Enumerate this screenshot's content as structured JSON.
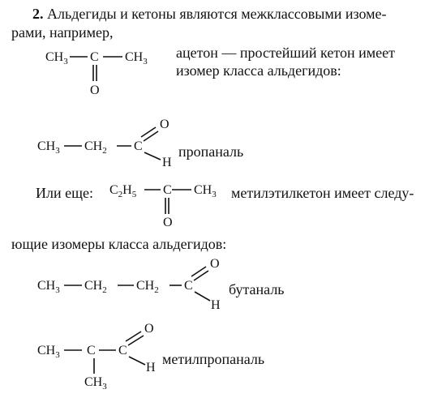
{
  "doc": {
    "num": "2.",
    "line1": "Альдегиды и кетоны являются межклассовыми изоме-",
    "line2": "рами, например,",
    "acetone_a": "ацетон — простейший кетон имеет",
    "acetone_b": "изомер класса альдегидов:",
    "propanal": "пропаналь",
    "or_more": "Или еще:",
    "mek_a": "метилэтилкетон имеет следу-",
    "mek_b": "ющие изомеры класса альдегидов:",
    "butanal": "бутаналь",
    "methylpropanal": "метилпропаналь"
  },
  "atoms": {
    "ch": "CH",
    "c": "C",
    "o": "O",
    "h": "H",
    "c2": "C",
    "h5": "H",
    "sub2": "2",
    "sub3": "3",
    "sub5": "5"
  }
}
